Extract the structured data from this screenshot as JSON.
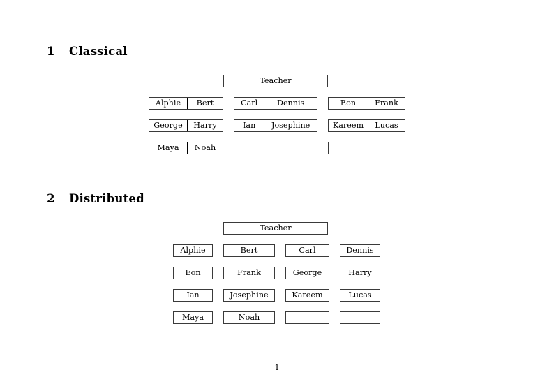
{
  "document": {
    "page_number": "1",
    "text_color": "#000000",
    "border_color": "#3a3a3a",
    "background": "#ffffff"
  },
  "sections": [
    {
      "number": "1",
      "title": "Classical",
      "teacher_label": "Teacher",
      "layout": "grouped-pairs",
      "groups": [
        {
          "column": 0,
          "rows": [
            {
              "first": "Alphie",
              "second": "Bert"
            },
            {
              "first": "George",
              "second": "Harry"
            },
            {
              "first": "Maya",
              "second": "Noah"
            }
          ]
        },
        {
          "column": 1,
          "rows": [
            {
              "first": "Carl",
              "second": "Dennis"
            },
            {
              "first": "Ian",
              "second": "Josephine"
            },
            {
              "first": "",
              "second": ""
            }
          ]
        },
        {
          "column": 2,
          "rows": [
            {
              "first": "Eon",
              "second": "Frank"
            },
            {
              "first": "Kareem",
              "second": "Lucas"
            },
            {
              "first": "",
              "second": ""
            }
          ]
        }
      ]
    },
    {
      "number": "2",
      "title": "Distributed",
      "teacher_label": "Teacher",
      "layout": "independent-boxes",
      "rows": [
        [
          "Alphie",
          "Bert",
          "Carl",
          "Dennis"
        ],
        [
          "Eon",
          "Frank",
          "George",
          "Harry"
        ],
        [
          "Ian",
          "Josephine",
          "Kareem",
          "Lucas"
        ],
        [
          "Maya",
          "Noah",
          "",
          ""
        ]
      ]
    }
  ]
}
